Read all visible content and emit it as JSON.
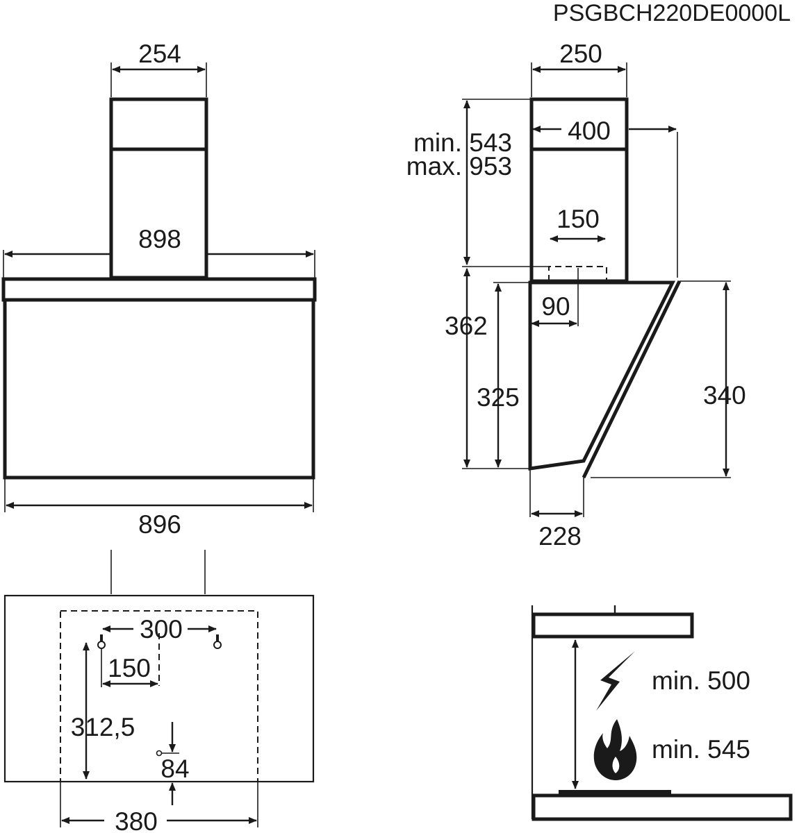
{
  "model_code": "PSGBCH220DE0000L",
  "front_view": {
    "chimney_width": "254",
    "top_width": "898",
    "bottom_width": "896"
  },
  "side_view": {
    "chimney_depth": "250",
    "depth_400": "400",
    "chimney_height_min": "min. 543",
    "chimney_height_max": "max. 953",
    "outlet_150": "150",
    "outlet_90": "90",
    "height_362": "362",
    "height_325": "325",
    "height_340": "340",
    "bottom_228": "228"
  },
  "mounting_view": {
    "hole_spacing_300": "300",
    "offset_150": "150",
    "height_312_5": "312,5",
    "offset_84": "84",
    "width_380": "380"
  },
  "clearance_view": {
    "electric_min": "min. 500",
    "gas_min": "min. 545",
    "electric_icon": "lightning-icon",
    "gas_icon": "flame-icon"
  }
}
